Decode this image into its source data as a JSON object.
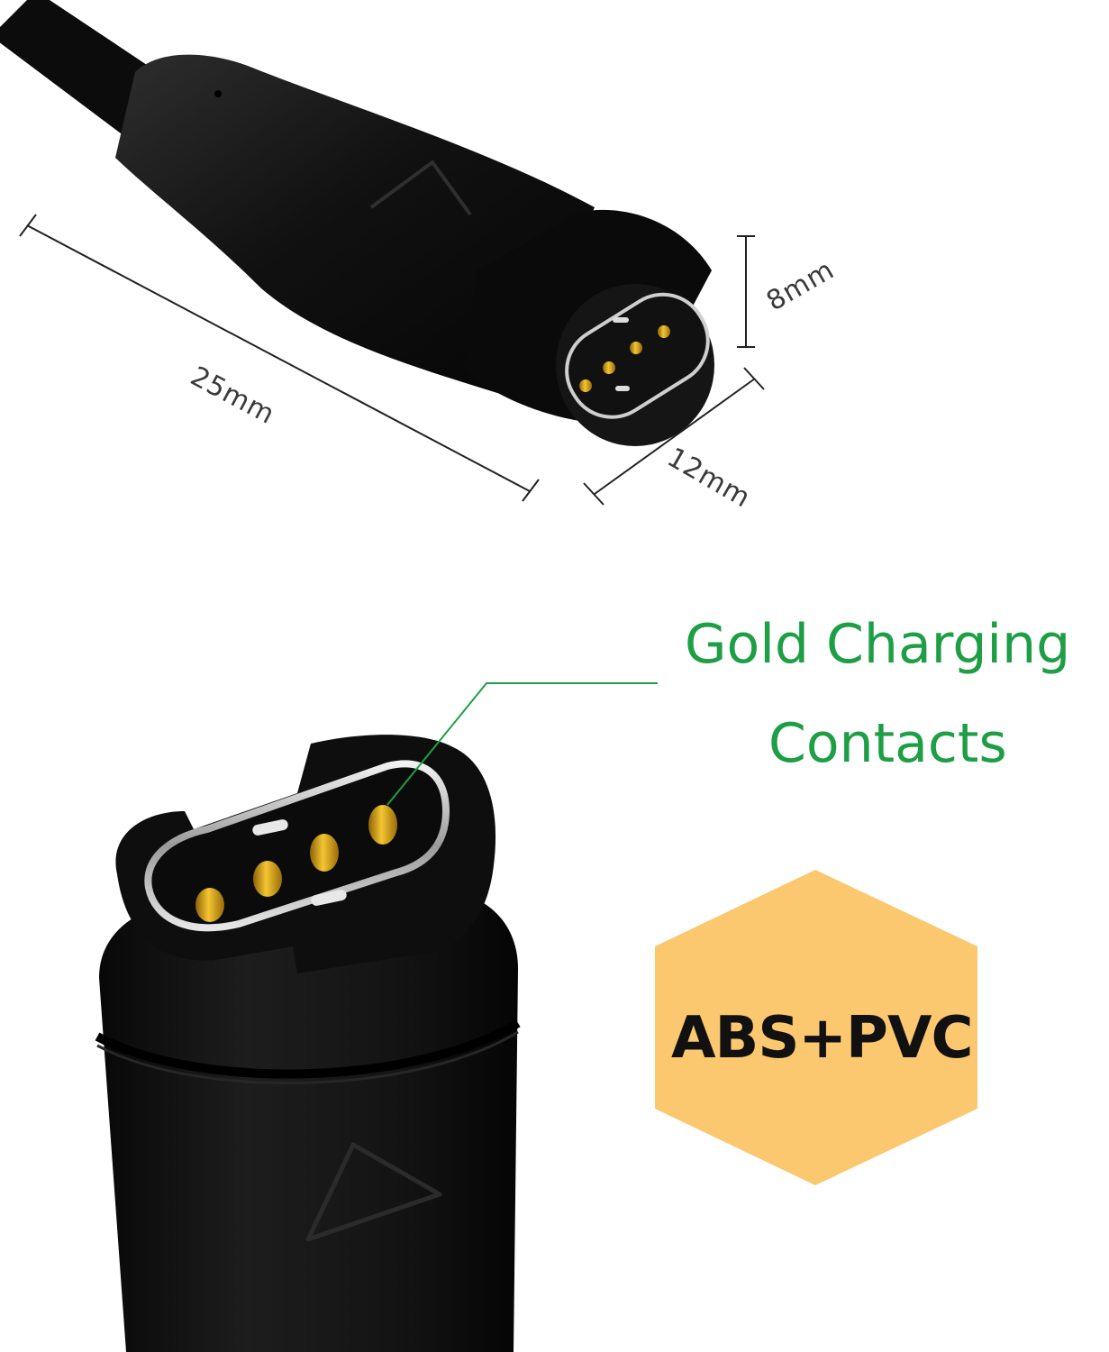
{
  "dimensions": {
    "length": "25mm",
    "width": "12mm",
    "height": "8mm"
  },
  "callout": {
    "line1": "Gold Charging",
    "line2": "Contacts"
  },
  "material_badge": {
    "label": "ABS+PVC",
    "color": "#fbc870"
  },
  "colors": {
    "callout_text": "#1e9e45",
    "connector": "#141414",
    "contacts": "#d9a21b"
  }
}
